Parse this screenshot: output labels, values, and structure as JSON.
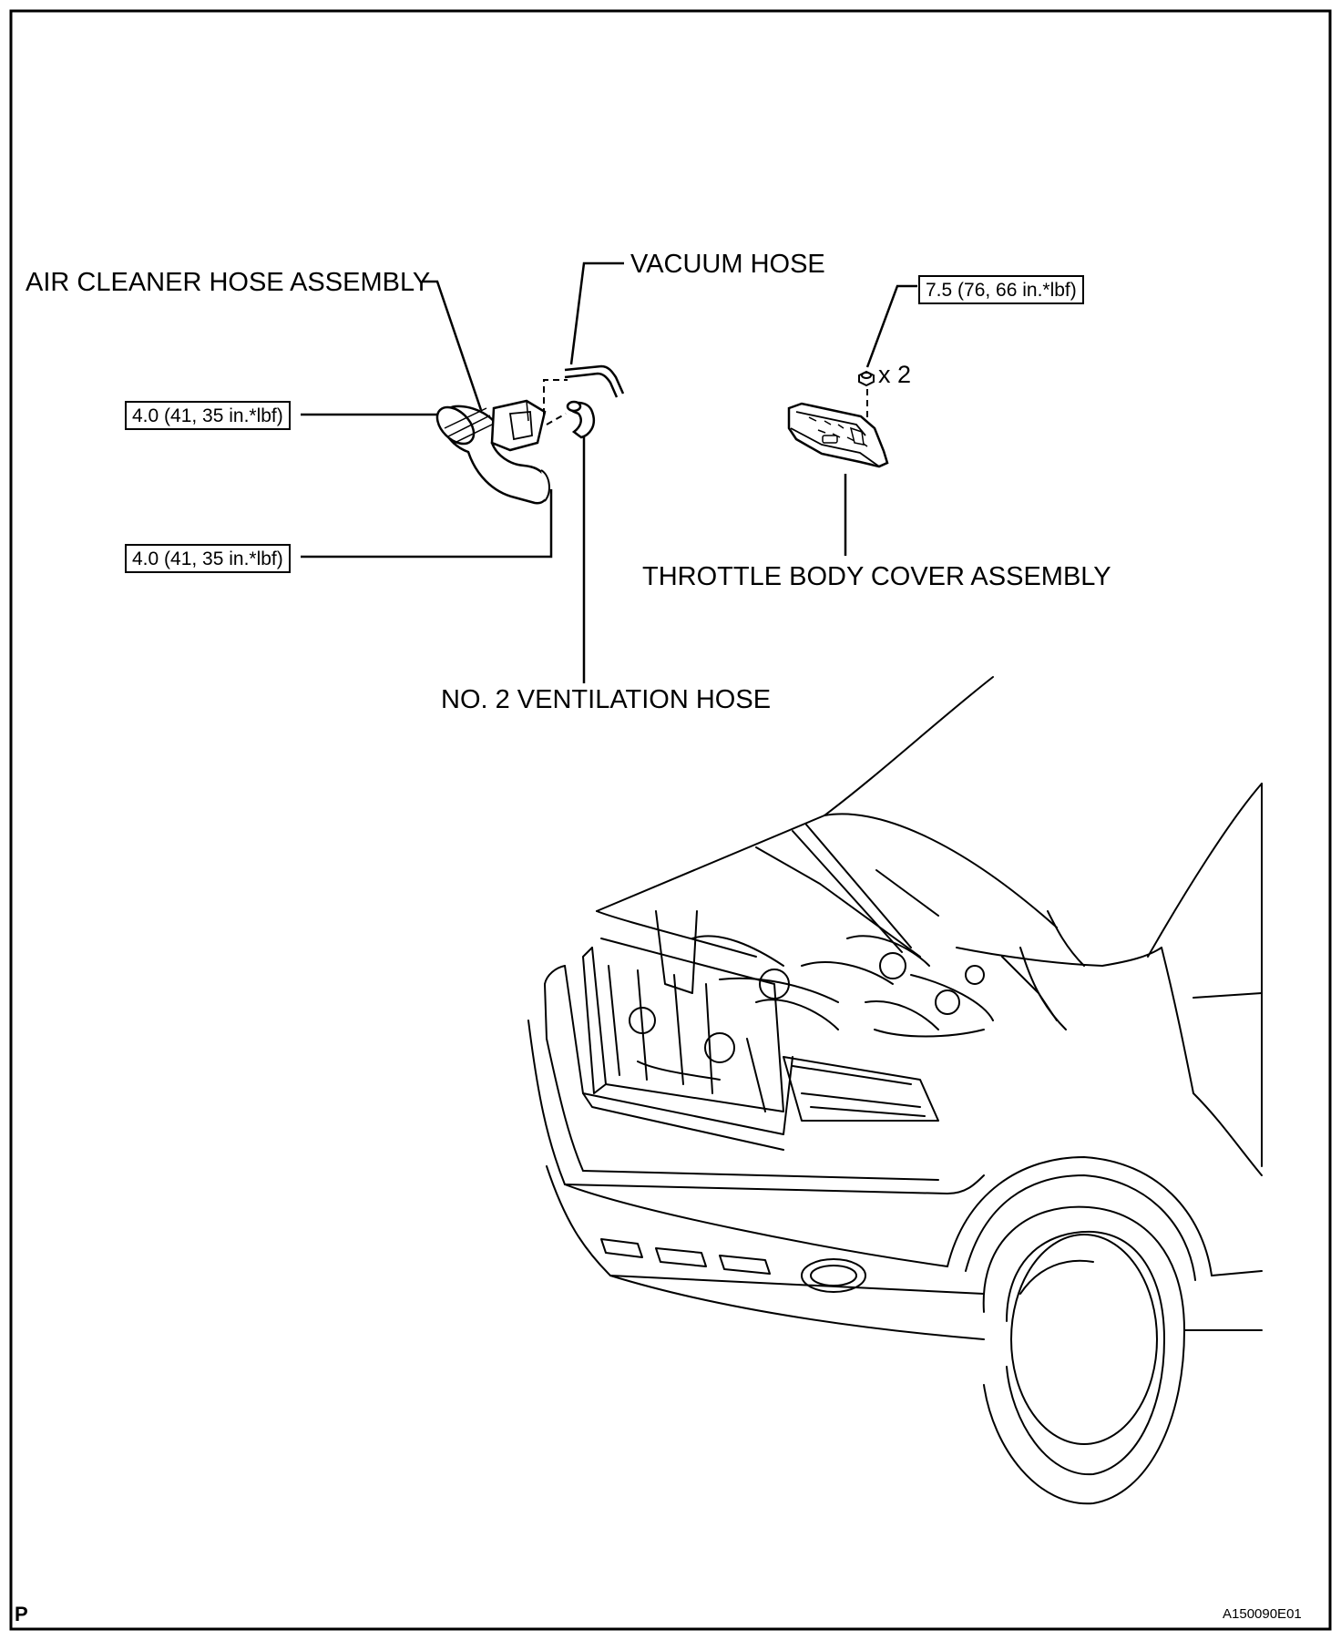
{
  "labels": {
    "air_cleaner_hose": "AIR CLEANER HOSE ASSEMBLY",
    "vacuum_hose": "VACUUM HOSE",
    "throttle_body_cover": "THROTTLE BODY COVER ASSEMBLY",
    "no2_ventilation_hose": "NO. 2 VENTILATION HOSE",
    "quantity": "x 2"
  },
  "torque_specs": {
    "upper_clamp": "4.0 (41, 35 in.*lbf)",
    "lower_clamp": "4.0 (41, 35 in.*lbf)",
    "cover_nut": "7.5 (76, 66 in.*lbf)"
  },
  "corner": {
    "section_code": "P",
    "figure_id": "A150090E01"
  }
}
